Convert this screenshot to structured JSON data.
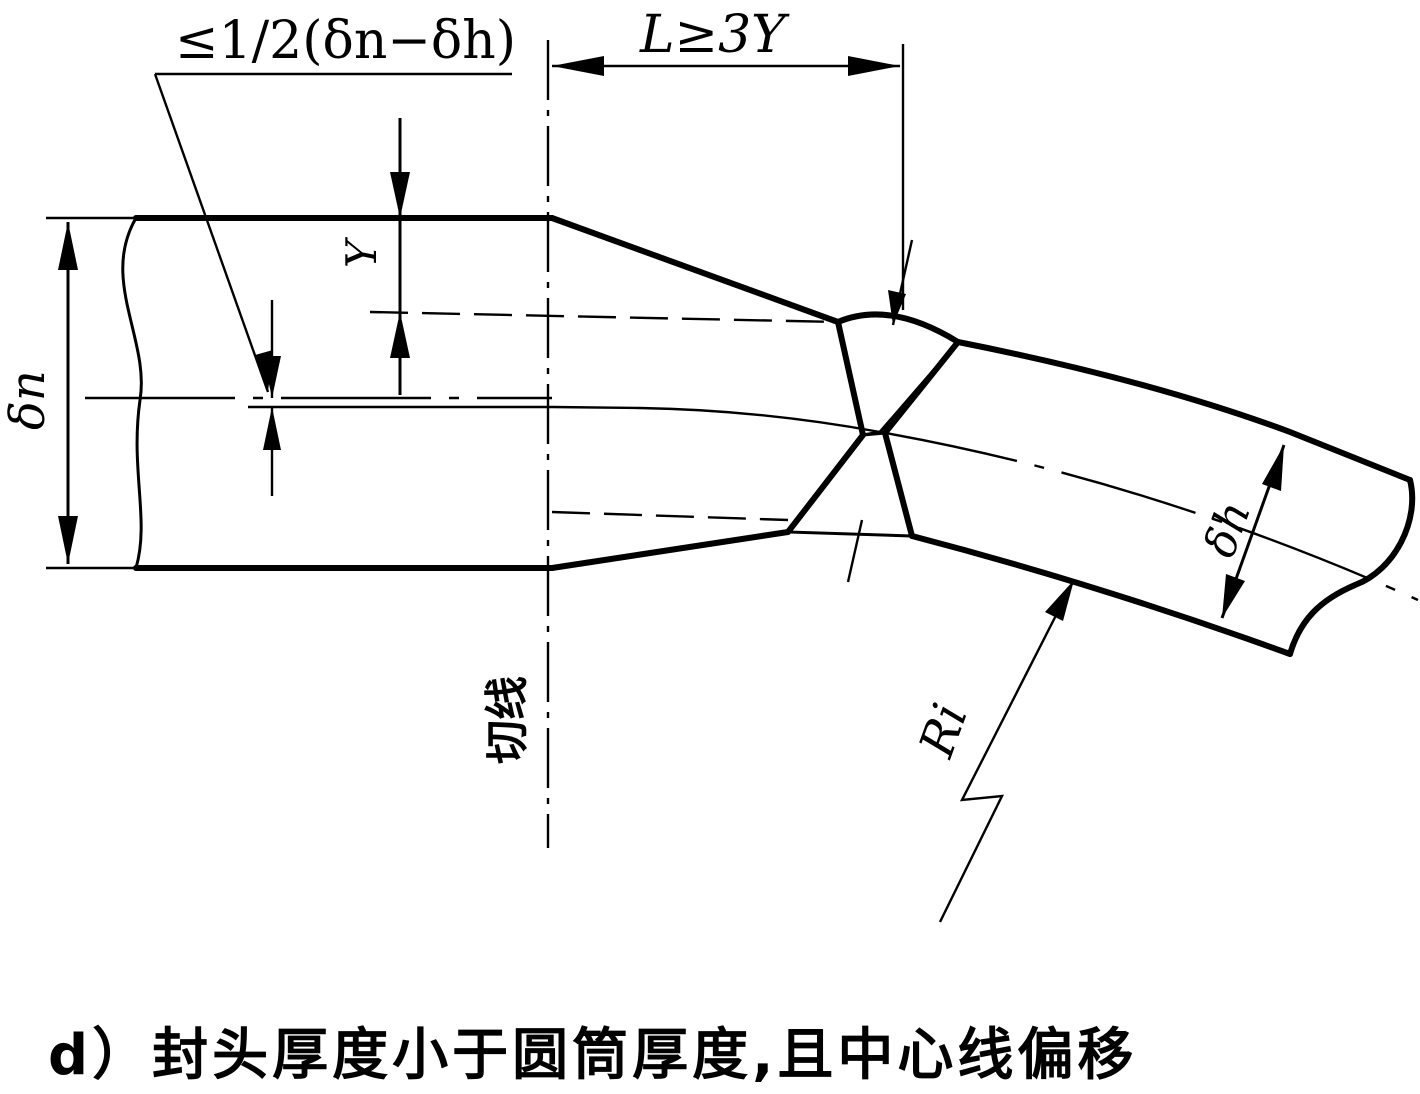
{
  "labels": {
    "offset_limit": "≤1/2(δn−δh)",
    "length_rule": "L≥3Y",
    "y": "Y",
    "delta_n": "δn",
    "delta_h": "δh",
    "radius": "Ri",
    "tangent_line": "切线"
  },
  "caption": "d）封头厚度小于圆筒厚度,且中心线偏移"
}
